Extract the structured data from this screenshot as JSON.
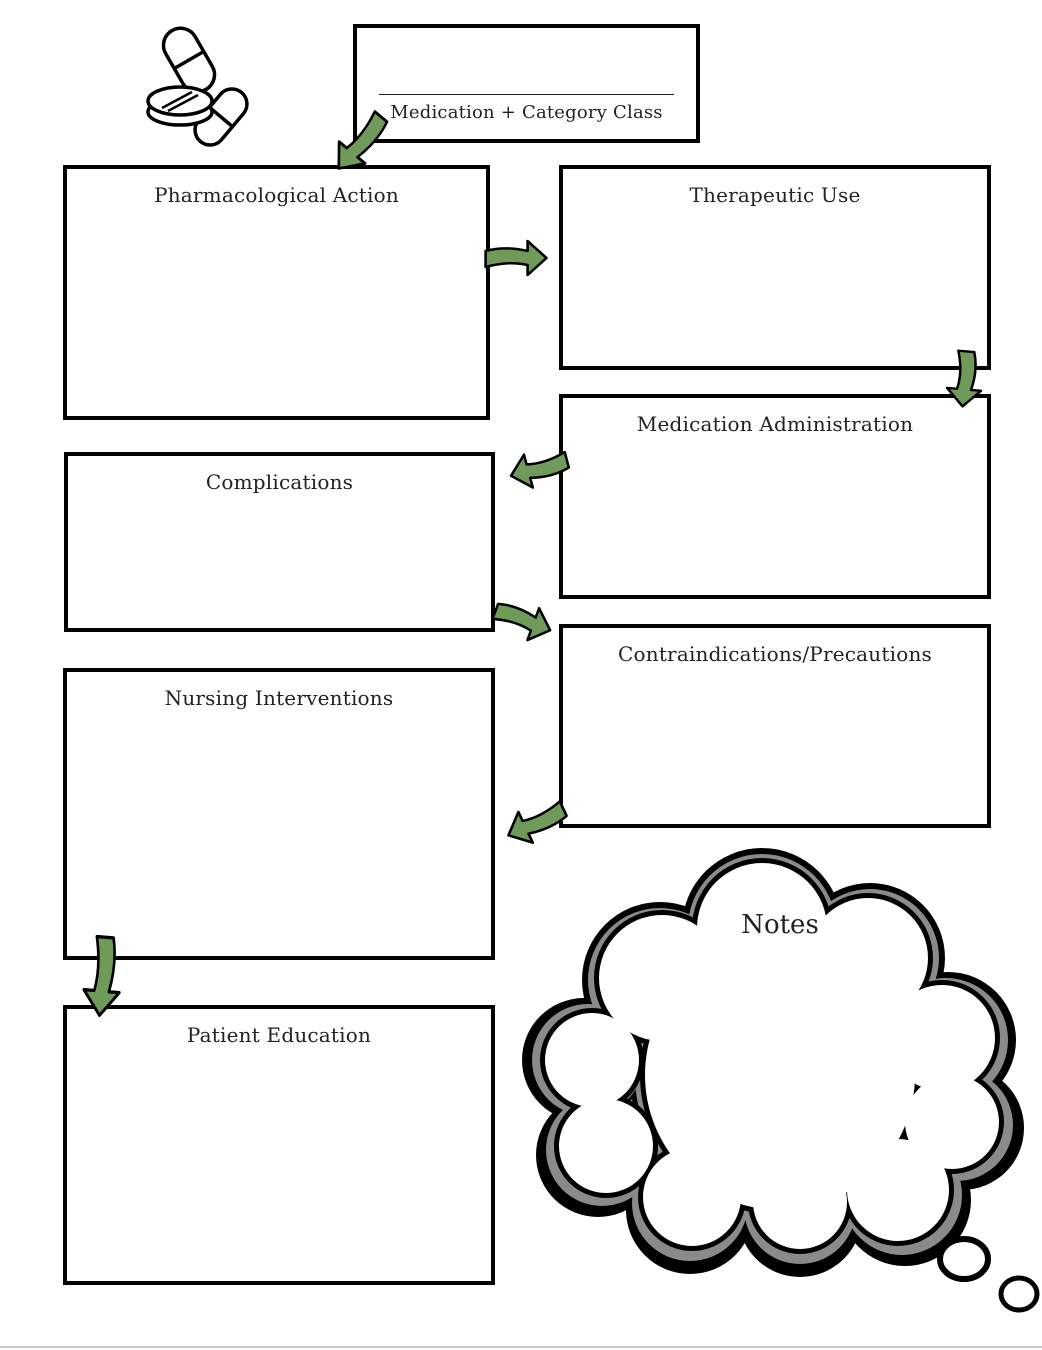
{
  "header": {
    "label": "Medication + Category Class"
  },
  "sections": {
    "pharmacological_action": "Pharmacological Action",
    "therapeutic_use": "Therapeutic Use",
    "medication_administration": "Medication Administration",
    "complications": "Complications",
    "contraindications": "Contraindications/Precautions",
    "nursing_interventions": "Nursing Interventions",
    "patient_education": "Patient Education",
    "notes": "Notes"
  },
  "colors": {
    "arrow_fill": "#6f9a5a",
    "border": "#000000",
    "background": "#ffffff"
  },
  "icons": [
    "pills-icon",
    "arrow-icon",
    "thought-cloud-icon"
  ]
}
